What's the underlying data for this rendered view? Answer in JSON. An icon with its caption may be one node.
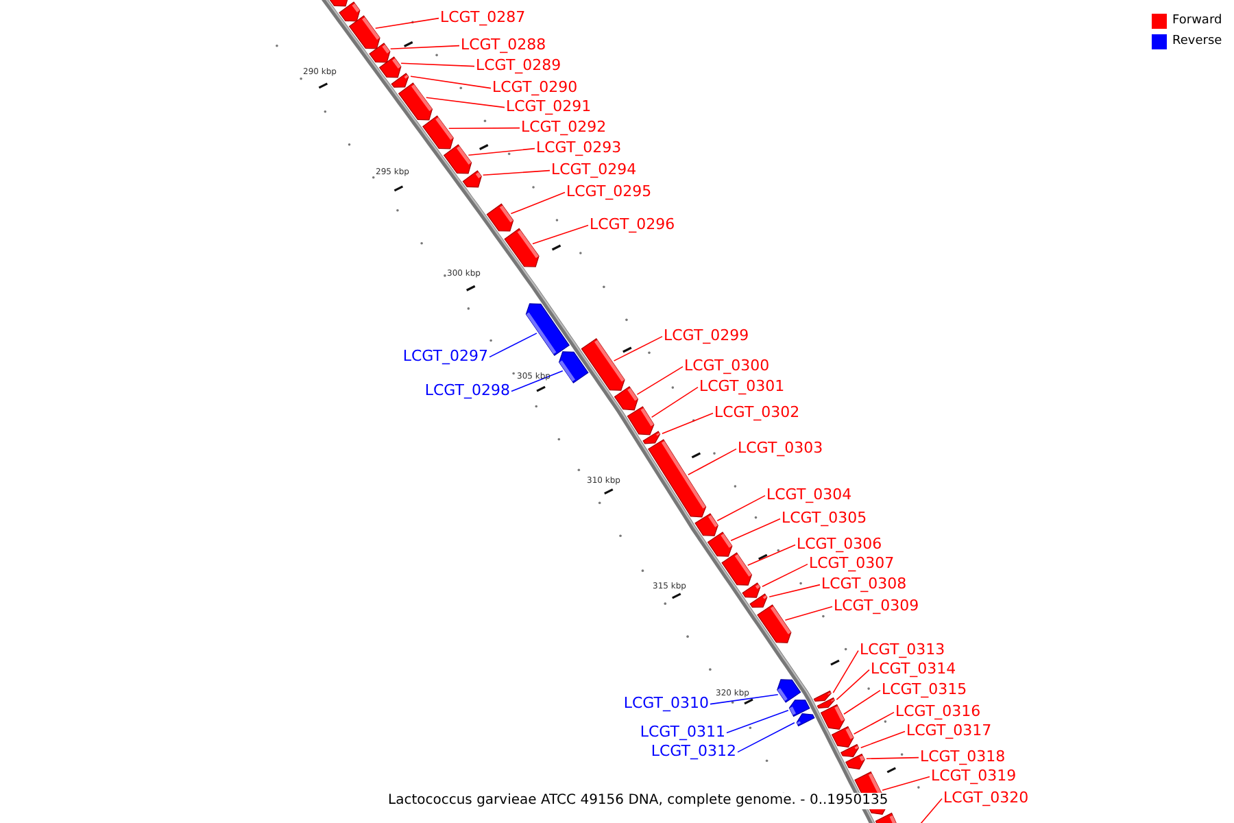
{
  "diagram": {
    "caption": "Lactococcus garvieae ATCC 49156 DNA, complete genome. - 0..1950135",
    "nodes": [
      {
        "text": [],
        "shape": "bar"
      },
      {
        "text": [],
        "shape": "bar"
      },
      {
        "text": [
          "LCGT_0287"
        ]
      },
      {
        "text": [],
        "shape": "bar"
      },
      {
        "text": [
          "LCGT_0288"
        ]
      },
      {
        "text": [],
        "shape": "bar"
      },
      {
        "text": [
          "LCGT_0289"
        ]
      },
      {
        "text": [],
        "shape": "bar"
      },
      {
        "text": [
          "LCGT_0290"
        ]
      },
      {
        "text": [],
        "shape": "bar"
      },
      {
        "text": [
          "LCGT_0291"
        ]
      },
      {
        "text": [],
        "shape": "bar"
      },
      {
        "text": [
          "LCGT_0292"
        ]
      },
      {
        "text": [],
        "shape": "bar"
      },
      {
        "text": [
          "LCGT_0293"
        ]
      },
      {
        "text": [],
        "shape": "bar"
      },
      {
        "text": [
          "LCGT_0294"
        ]
      },
      {
        "text": [],
        "shape": "bar"
      },
      {
        "text": [
          "LCGT_0295"
        ]
      },
      {
        "text": [],
        "shape": "bar"
      },
      {
        "text": [
          "LCGT_0296"
        ]
      },
      {
        "text": [],
        "shape": "bar"
      },
      {
        "text": [
          "LCGT_0297"
        ]
      },
      {
        "text": [],
        "shape": "bar"
      },
      {
        "text": [
          "LCGT_0298"
        ]
      },
      {
        "text": [],
        "shape": "bar"
      },
      {
        "text": [
          "LCGT_0299"
        ]
      },
      {
        "text": [],
        "shape": "bar"
      },
      {
        "text": [
          "LCGT_0300"
        ]
      },
      {
        "text": [],
        "shape": "bar"
      },
      {
        "text": [
          "LCGT_0301"
        ]
      },
      {
        "text": [],
        "shape": "bar"
      },
      {
        "text": [
          "LCGT_0302"
        ]
      },
      {
        "text": [],
        "shape": "bar"
      },
      {
        "text": [
          "LCGT_0303"
        ]
      },
      {
        "text": [],
        "shape": "bar"
      },
      {
        "text": [
          "LCGT_0304"
        ]
      },
      {
        "text": [],
        "shape": "bar"
      },
      {
        "text": [
          "LCGT_0305"
        ]
      },
      {
        "text": [],
        "shape": "bar"
      },
      {
        "text": [
          "LCGT_0306"
        ]
      },
      {
        "text": [],
        "shape": "bar"
      },
      {
        "text": [
          "LCGT_0307"
        ]
      },
      {
        "text": [],
        "shape": "bar"
      },
      {
        "text": [
          "LCGT_0308"
        ]
      },
      {
        "text": [],
        "shape": "bar"
      },
      {
        "text": [
          "LCGT_0309"
        ]
      },
      {
        "text": [],
        "shape": "bar"
      },
      {
        "text": [
          "LCGT_0310"
        ]
      },
      {
        "text": [],
        "shape": "bar"
      },
      {
        "text": [
          "LCGT_0311"
        ]
      },
      {
        "text": [],
        "shape": "bar"
      },
      {
        "text": [
          "LCGT_0312"
        ]
      },
      {
        "text": [],
        "shape": "bar"
      },
      {
        "text": [
          "LCGT_0313"
        ]
      },
      {
        "text": [],
        "shape": "bar"
      },
      {
        "text": [
          "LCGT_0314"
        ]
      },
      {
        "text": [],
        "shape": "bar"
      },
      {
        "text": [
          "LCGT_0315"
        ]
      },
      {
        "text": [],
        "shape": "bar"
      },
      {
        "text": [
          "LCGT_0316"
        ]
      },
      {
        "text": [],
        "shape": "bar"
      },
      {
        "text": [
          "LCGT_0317"
        ]
      },
      {
        "text": [],
        "shape": "bar"
      },
      {
        "text": [
          "LCGT_0318"
        ]
      },
      {
        "text": [],
        "shape": "bar"
      },
      {
        "text": [
          "LCGT_0319"
        ]
      },
      {
        "text": [],
        "shape": "bar"
      },
      {
        "text": [
          "LCGT_0320"
        ]
      },
      {
        "text": [],
        "shape": "bar"
      }
    ],
    "edges": [
      {
        "from": 2,
        "to": 3,
        "arrow": "none"
      },
      {
        "from": 4,
        "to": 5,
        "arrow": "none"
      },
      {
        "from": 6,
        "to": 7,
        "arrow": "none"
      },
      {
        "from": 8,
        "to": 9,
        "arrow": "none"
      },
      {
        "from": 10,
        "to": 11,
        "arrow": "none"
      },
      {
        "from": 12,
        "to": 13,
        "arrow": "none"
      },
      {
        "from": 14,
        "to": 15,
        "arrow": "none"
      },
      {
        "from": 16,
        "to": 17,
        "arrow": "none"
      },
      {
        "from": 18,
        "to": 19,
        "arrow": "none"
      },
      {
        "from": 20,
        "to": 21,
        "arrow": "none"
      },
      {
        "from": 22,
        "to": 23,
        "arrow": "none",
        "color": "#0000ff"
      },
      {
        "from": 24,
        "to": 25,
        "arrow": "none",
        "color": "#0000ff"
      },
      {
        "from": 26,
        "to": 27,
        "arrow": "none"
      },
      {
        "from": 28,
        "to": 29,
        "arrow": "none"
      },
      {
        "from": 30,
        "to": 31,
        "arrow": "none"
      },
      {
        "from": 32,
        "to": 33,
        "arrow": "none"
      },
      {
        "from": 34,
        "to": 35,
        "arrow": "none"
      },
      {
        "from": 36,
        "to": 37,
        "arrow": "none"
      },
      {
        "from": 38,
        "to": 39,
        "arrow": "none"
      },
      {
        "from": 40,
        "to": 41,
        "arrow": "none"
      },
      {
        "from": 42,
        "to": 43,
        "arrow": "none"
      },
      {
        "from": 44,
        "to": 45,
        "arrow": "none"
      },
      {
        "from": 46,
        "to": 47,
        "arrow": "none"
      },
      {
        "from": 48,
        "to": 49,
        "arrow": "none",
        "color": "#0000ff"
      },
      {
        "from": 50,
        "to": 51,
        "arrow": "none",
        "color": "#0000ff"
      },
      {
        "from": 52,
        "to": 53,
        "arrow": "none",
        "color": "#0000ff"
      },
      {
        "from": 54,
        "to": 55,
        "arrow": "none"
      },
      {
        "from": 56,
        "to": 57,
        "arrow": "none"
      },
      {
        "from": 58,
        "to": 59,
        "arrow": "none"
      },
      {
        "from": 60,
        "to": 61,
        "arrow": "none"
      },
      {
        "from": 62,
        "to": 63,
        "arrow": "none"
      },
      {
        "from": 64,
        "to": 65,
        "arrow": "none"
      },
      {
        "from": 66,
        "to": 67,
        "arrow": "none"
      },
      {
        "from": 68,
        "to": 69,
        "arrow": "none"
      }
    ],
    "labels": [
      "290 kbp",
      "295 kbp",
      "300 kbp",
      "305 kbp",
      "310 kbp",
      "315 kbp",
      "320 kbp"
    ],
    "legend": [
      {
        "text": "Forward",
        "color": "#ff0000"
      },
      {
        "text": "Reverse",
        "color": "#0000ff"
      }
    ]
  }
}
